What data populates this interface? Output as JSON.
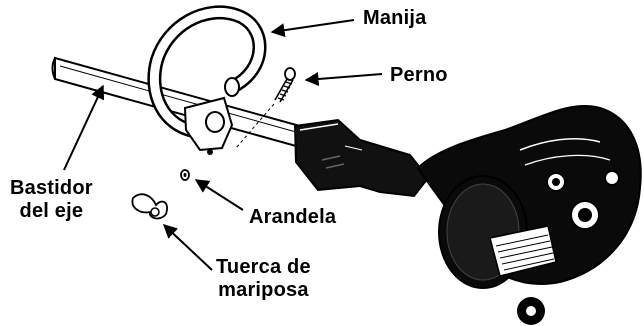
{
  "labels": {
    "handle": "Manija",
    "bolt": "Perno",
    "shaft_line1": "Bastidor",
    "shaft_line2": "del eje",
    "washer": "Arandela",
    "wingnut_line1": "Tuerca de",
    "wingnut_line2": "mariposa"
  }
}
